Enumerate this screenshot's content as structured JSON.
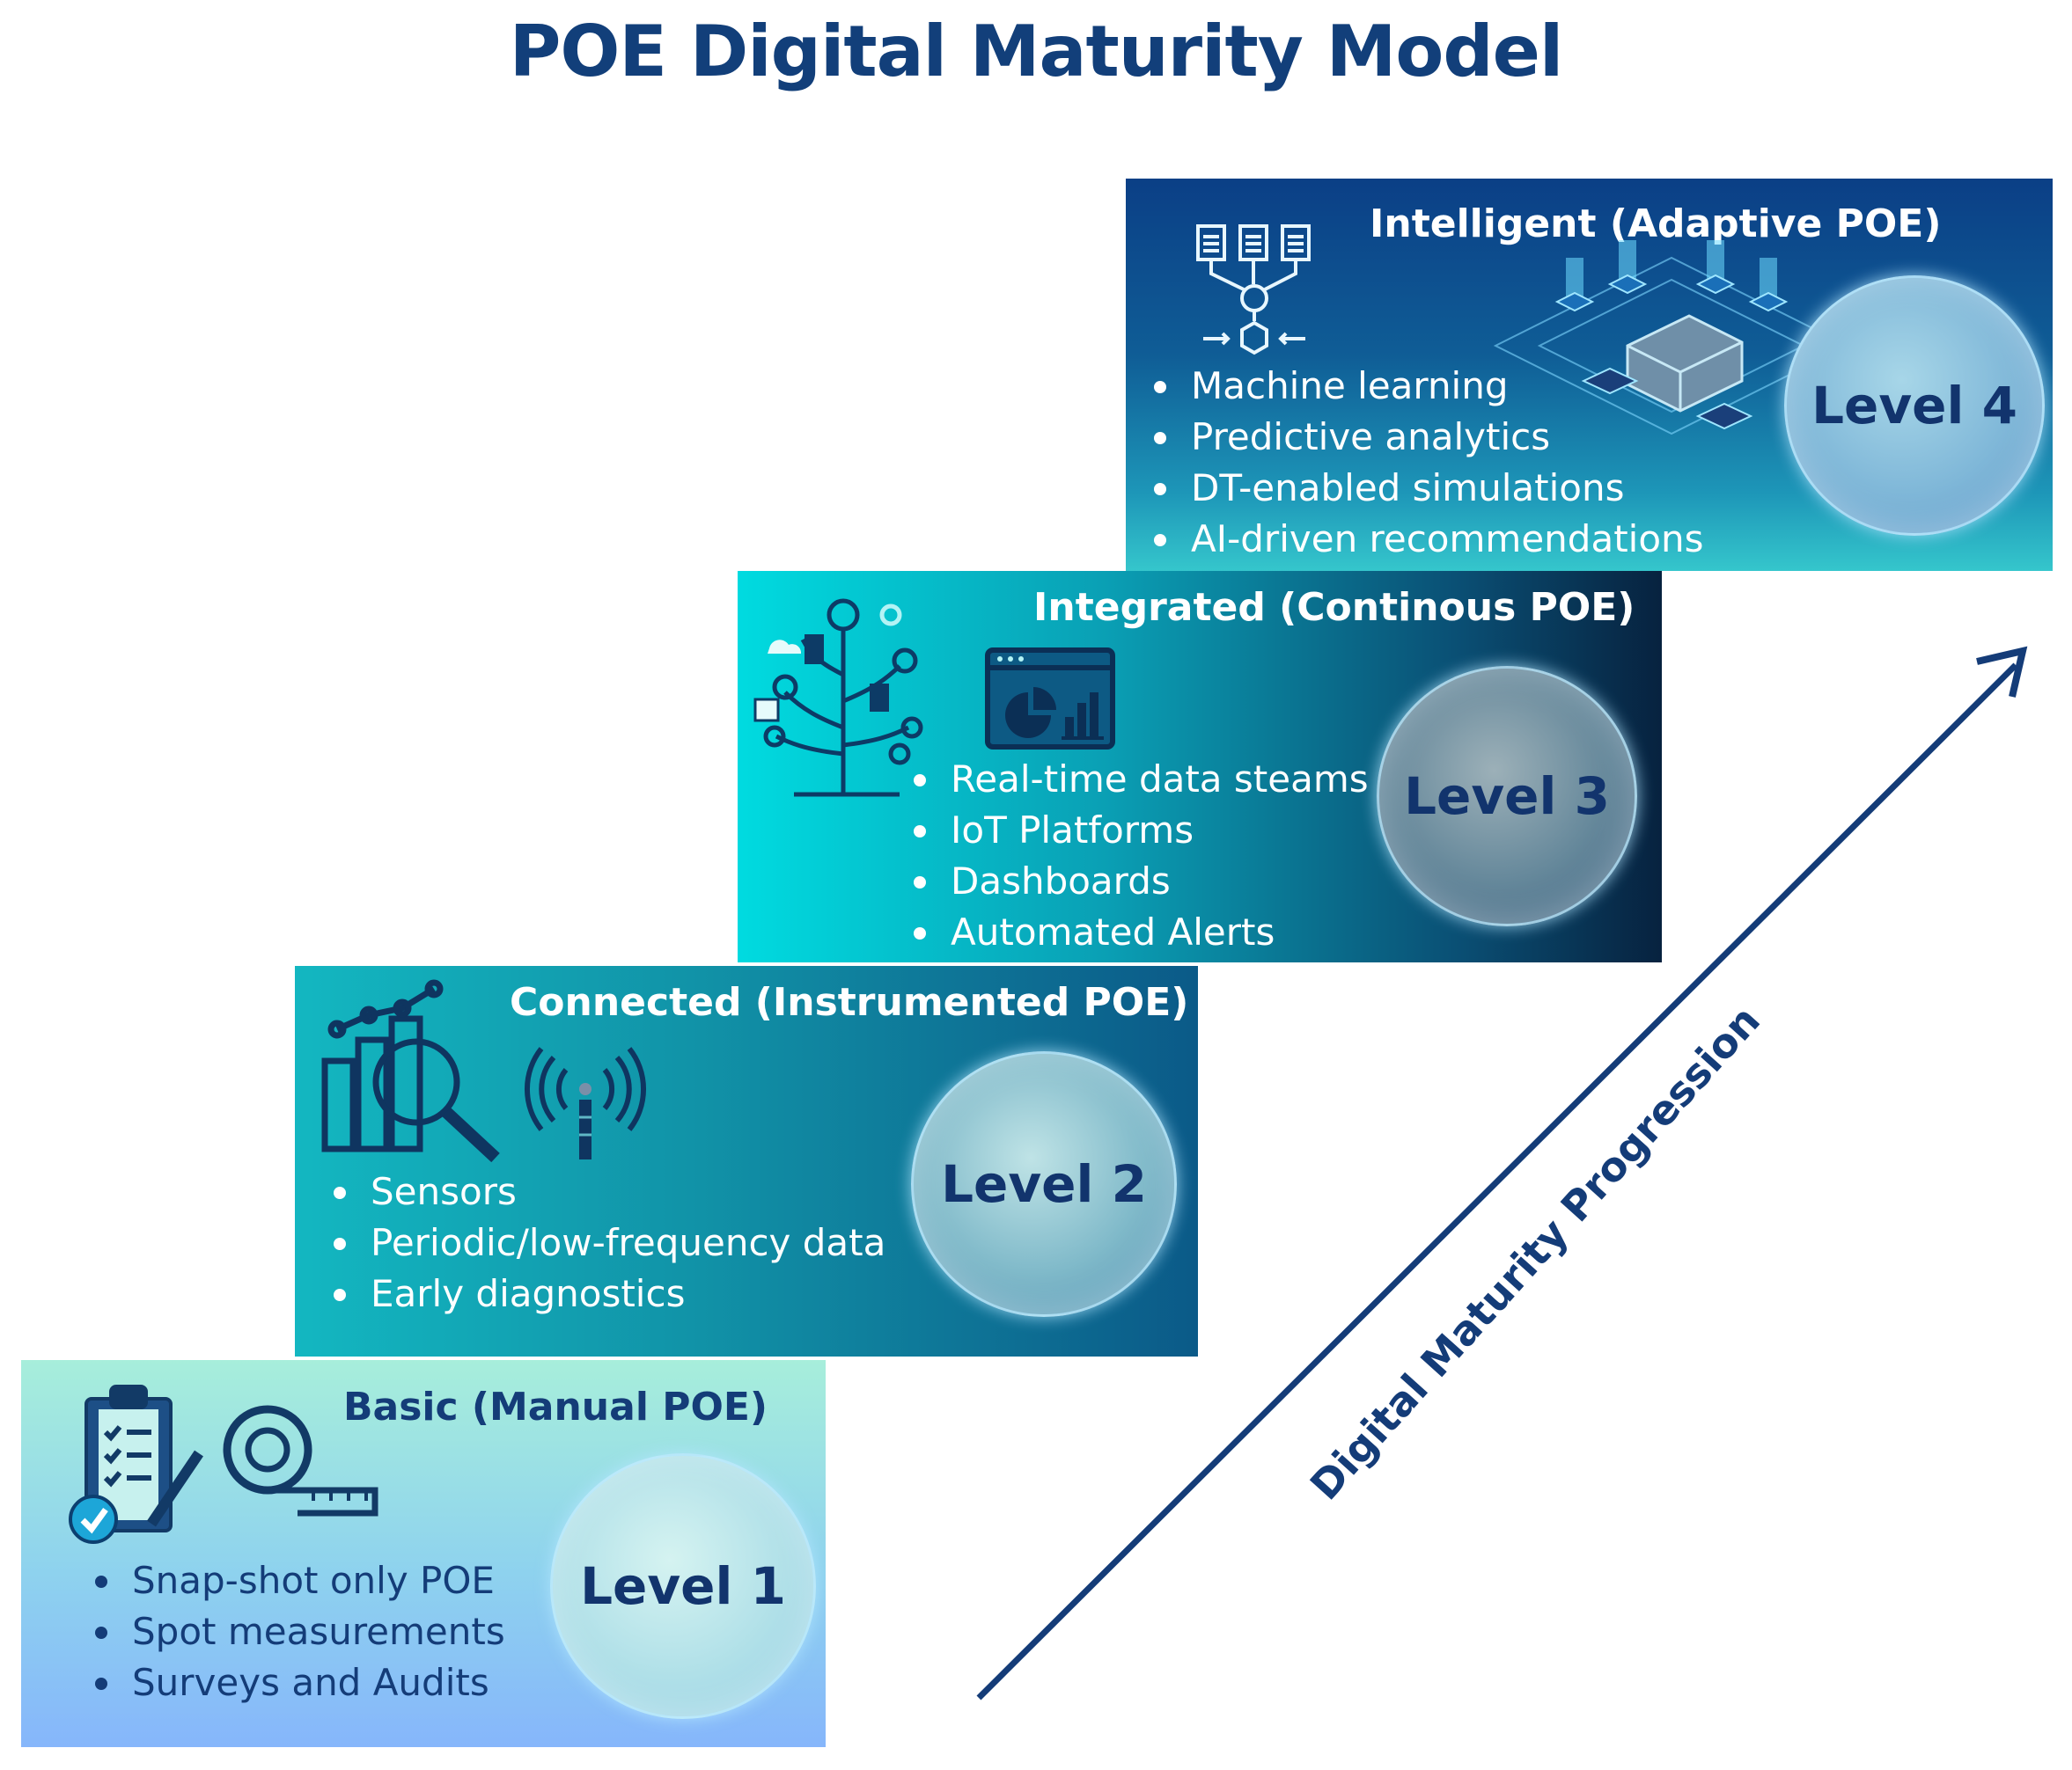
{
  "title": "POE Digital Maturity Model",
  "progression_label": "Digital Maturity Progression",
  "colors": {
    "title": "#123f7a",
    "dark_text": "#143c78",
    "light_text": "#ffffff",
    "arrow": "#143c78"
  },
  "levels": [
    {
      "heading": "Basic (Manual POE)",
      "badge": "Level 1",
      "items": [
        "Snap-shot only POE",
        "Spot measurements",
        "Surveys and Audits"
      ],
      "icons": [
        "clipboard-checklist-icon",
        "tape-measure-icon"
      ]
    },
    {
      "heading": "Connected (Instrumented POE)",
      "badge": "Level 2",
      "items": [
        "Sensors",
        "Periodic/low-frequency data",
        "Early diagnostics"
      ],
      "icons": [
        "chart-magnifier-icon",
        "wireless-sensor-icon"
      ]
    },
    {
      "heading": "Integrated (Continous POE)",
      "badge": "Level 3",
      "items": [
        "Real-time data steams",
        "IoT Platforms",
        "Dashboards",
        "Automated Alerts"
      ],
      "icons": [
        "tech-tree-icon",
        "dashboard-window-icon"
      ]
    },
    {
      "heading": "Intelligent (Adaptive POE)",
      "badge": "Level 4",
      "items": [
        "Machine learning",
        "Predictive analytics",
        "DT-enabled simulations",
        "AI-driven recommendations"
      ],
      "icons": [
        "data-processing-icon",
        "isometric-network-illustration"
      ]
    }
  ]
}
